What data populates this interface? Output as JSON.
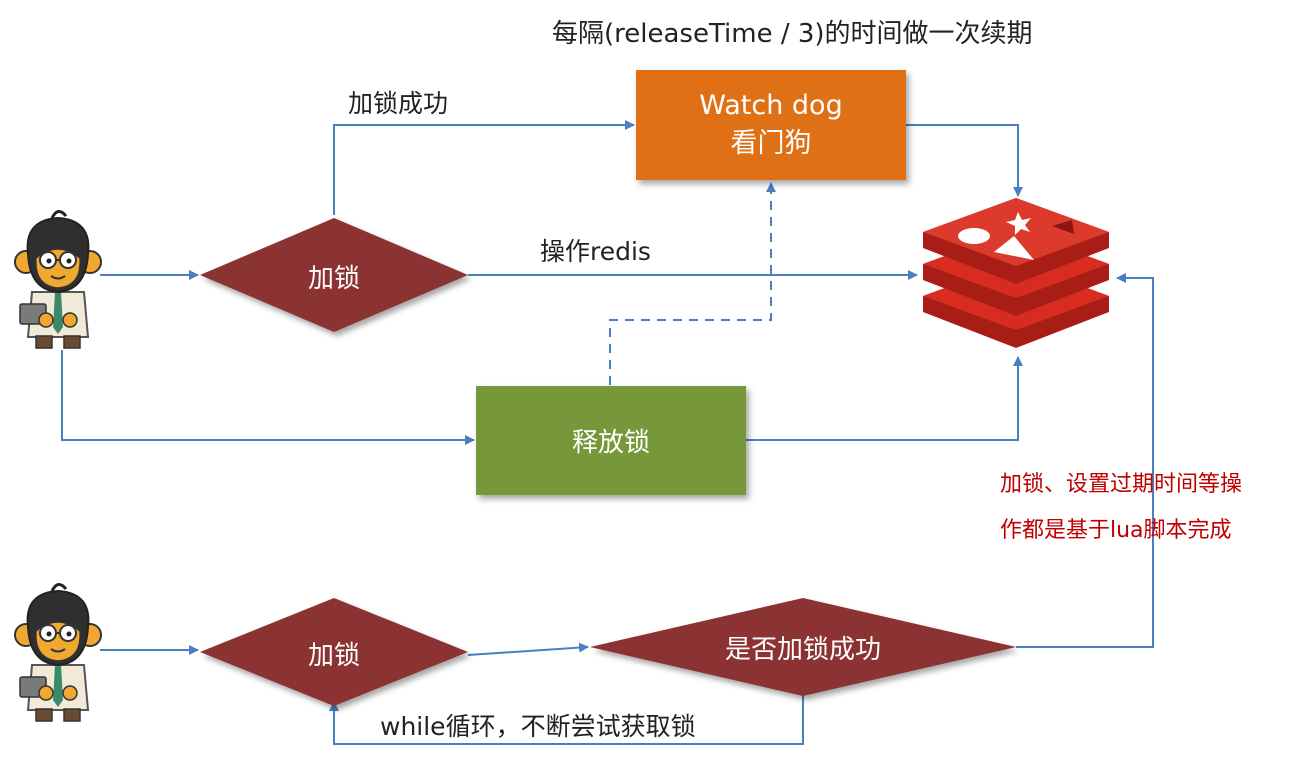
{
  "header": {
    "renewal_note": "每隔(releaseTime / 3)的时间做一次续期"
  },
  "nodes": {
    "watchdog": {
      "line1": "Watch dog",
      "line2": "看门狗",
      "color": "#e07016"
    },
    "lock_top": {
      "label": "加锁",
      "color": "#8b3232"
    },
    "release": {
      "label": "释放锁",
      "color": "#76983a"
    },
    "lock_bottom": {
      "label": "加锁",
      "color": "#8b3232"
    },
    "check": {
      "label": "是否加锁成功",
      "color": "#8b3232"
    }
  },
  "edges": {
    "lock_success": "加锁成功",
    "operate_redis": "操作redis",
    "while_loop": "while循环，不断尝试获取锁"
  },
  "note": {
    "line1": "加锁、设置过期时间等操",
    "line2": "作都是基于lua脚本完成"
  },
  "colors": {
    "arrow": "#4a7fc1",
    "note": "#c00000",
    "redis": "#d82c20"
  },
  "icons": [
    "programmer-avatar-icon",
    "redis-logo-icon"
  ]
}
